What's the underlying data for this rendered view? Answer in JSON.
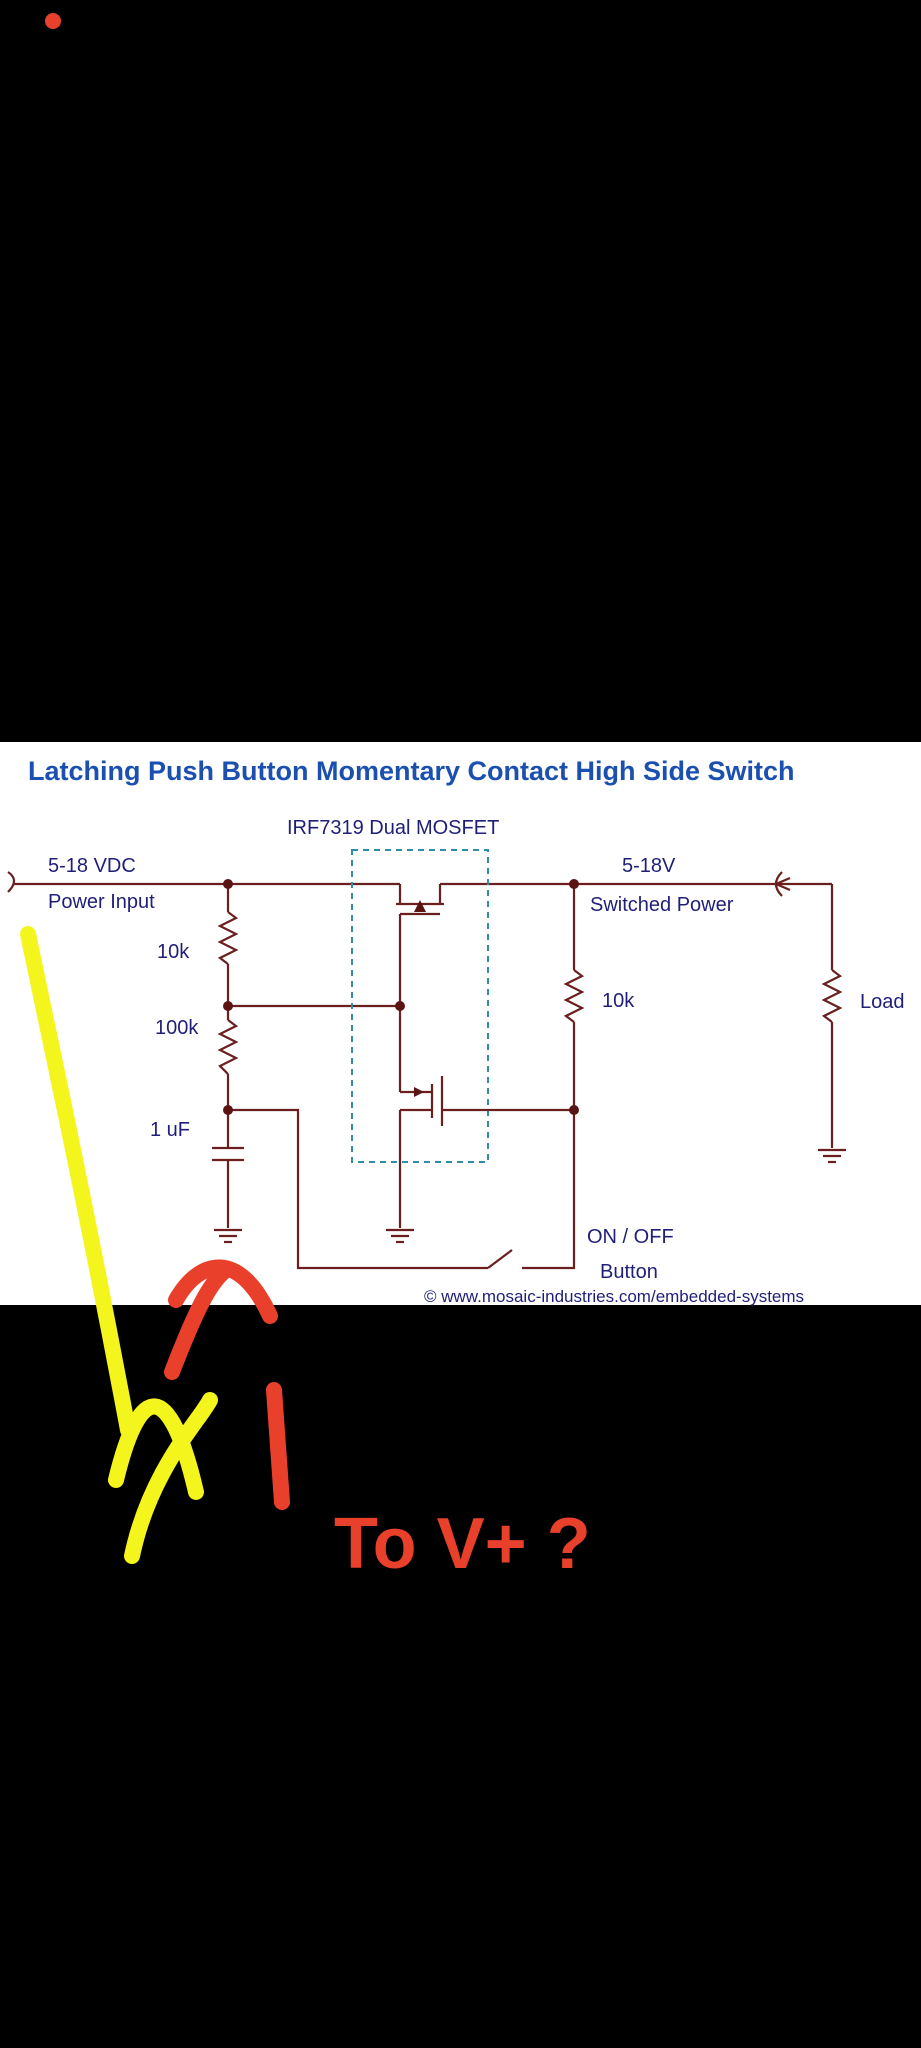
{
  "diagram": {
    "title": "Latching Push Button Momentary Contact High Side Switch",
    "mosfet_label": "IRF7319 Dual MOSFET",
    "input_voltage": "5-18 VDC",
    "input_name": "Power Input",
    "output_voltage": "5-18V",
    "output_name": "Switched Power",
    "r1": "10k",
    "r2": "100k",
    "cap": "1 uF",
    "r3": "10k",
    "load": "Load",
    "switch_line1": "ON / OFF",
    "switch_line2": "Button",
    "credit": "© www.mosaic-industries.com/embedded-systems"
  },
  "annotation": {
    "question": "To V+ ?",
    "colors": {
      "yellow": "#f5f51e",
      "red": "#e8402b"
    }
  },
  "colors": {
    "background": "#000000",
    "panel": "#ffffff",
    "title": "#1b4fb0",
    "wire": "#6b1f1f",
    "mosfet_box": "#2f8fa8"
  }
}
